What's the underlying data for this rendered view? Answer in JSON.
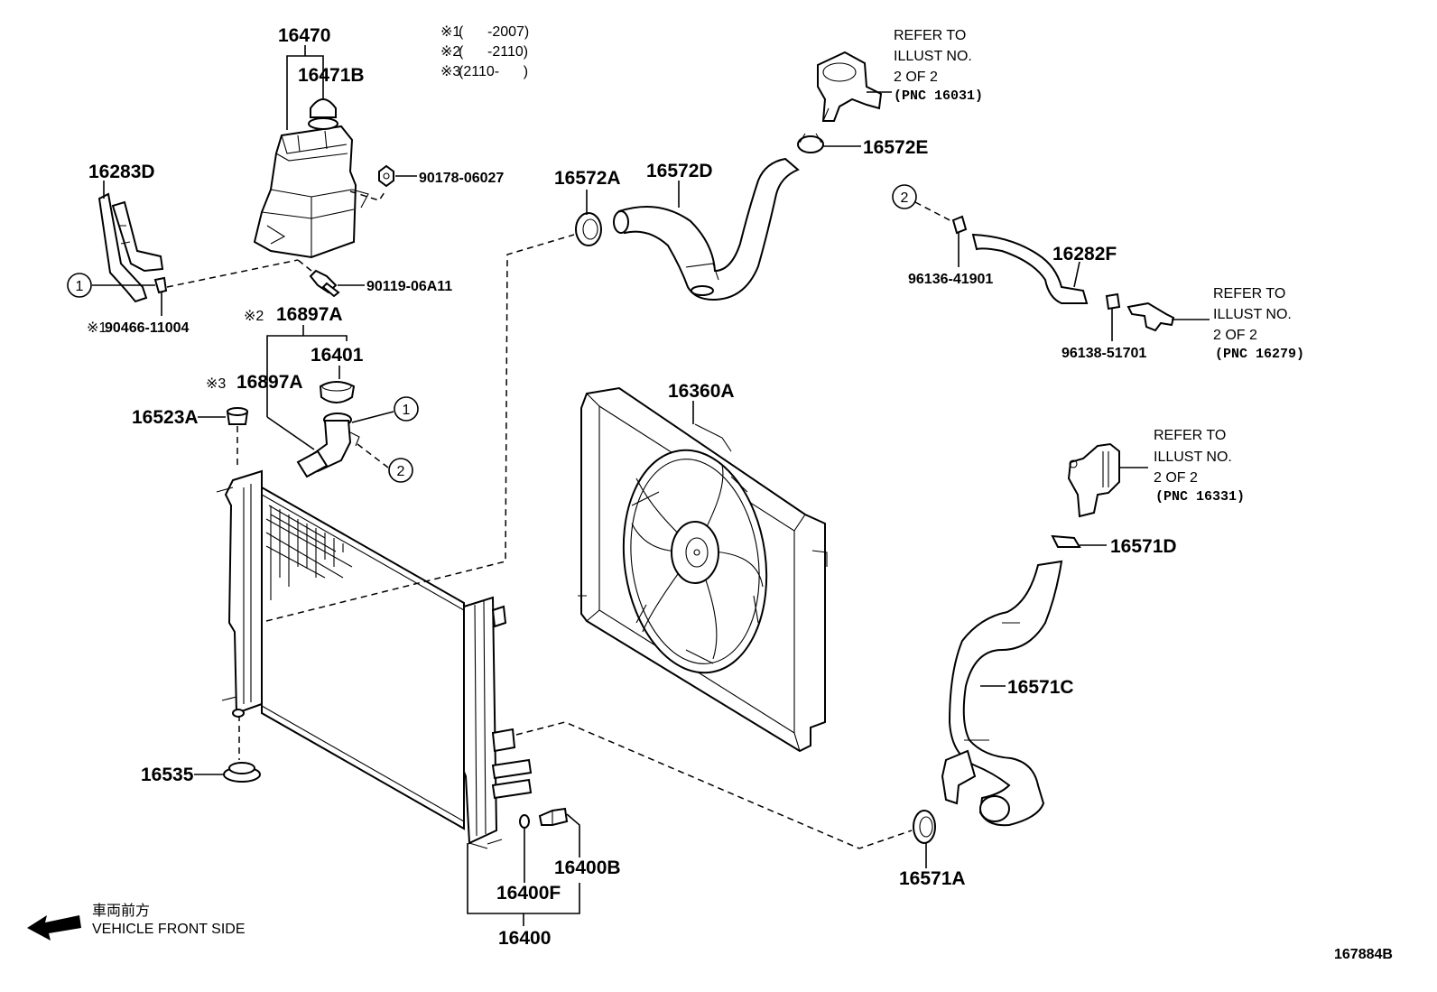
{
  "diagram_id": "167884B",
  "notes": [
    {
      "mark": "※1",
      "text": "(      -2007)"
    },
    {
      "mark": "※2",
      "text": "(      -2110)"
    },
    {
      "mark": "※3",
      "text": "(2110-      )"
    }
  ],
  "parts": {
    "p16470": "16470",
    "p16471B": "16471B",
    "p90178": "90178-06027",
    "p16283D": "16283D",
    "p90119": "90119-06A11",
    "p90466_mark": "※1",
    "p90466": "90466-11004",
    "p16897A_mark2": "※2",
    "p16897A_2": "16897A",
    "p16401": "16401",
    "p16897A_mark3": "※3",
    "p16897A_3": "16897A",
    "p16523A": "16523A",
    "p16535": "16535",
    "p16572A": "16572A",
    "p16572D": "16572D",
    "p16572E": "16572E",
    "p16360A": "16360A",
    "p96136": "96136-41901",
    "p16282F": "16282F",
    "p96138": "96138-51701",
    "p16571D": "16571D",
    "p16571C": "16571C",
    "p16571A": "16571A",
    "p16400B": "16400B",
    "p16400F": "16400F",
    "p16400": "16400"
  },
  "refs": {
    "r16031": [
      "REFER TO",
      "ILLUST NO.",
      "2 OF 2",
      "(PNC 16031)"
    ],
    "r16279": [
      "REFER TO",
      "ILLUST NO.",
      "2 OF 2",
      "(PNC 16279)"
    ],
    "r16331": [
      "REFER TO",
      "ILLUST NO.",
      "2 OF 2",
      "(PNC 16331)"
    ]
  },
  "callouts": {
    "c1": "1",
    "c2": "2"
  },
  "front": {
    "jp": "車両前方",
    "en": "VEHICLE FRONT SIDE",
    "icon": "arrow-left-icon"
  }
}
